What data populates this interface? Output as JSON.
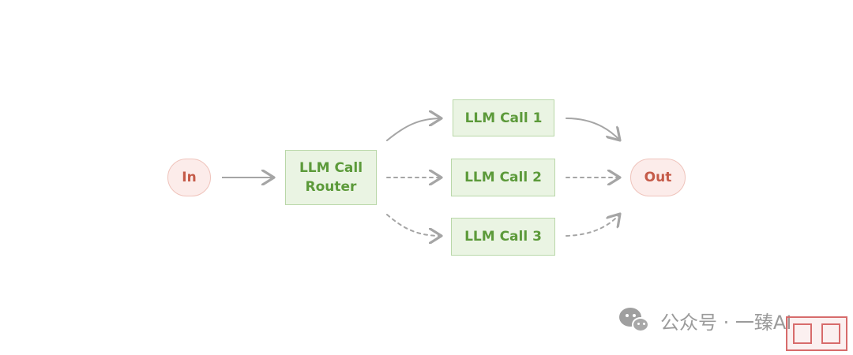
{
  "diagram": {
    "nodes": {
      "in": {
        "label": "In"
      },
      "router": {
        "label": "LLM Call\nRouter"
      },
      "call1": {
        "label": "LLM Call 1"
      },
      "call2": {
        "label": "LLM Call 2"
      },
      "call3": {
        "label": "LLM Call 3"
      },
      "out": {
        "label": "Out"
      }
    }
  },
  "watermark": {
    "text": "公众号 · 一臻AI"
  },
  "colors": {
    "green_fill": "#eaf4e3",
    "green_border": "#b9d7a8",
    "green_text": "#5c9a3a",
    "pink_fill": "#fcecea",
    "pink_border": "#efc3bb",
    "pink_text": "#c55b49",
    "arrow": "#a5a5a5",
    "watermark": "#9b9b9b",
    "stamp": "#d76b6b"
  }
}
